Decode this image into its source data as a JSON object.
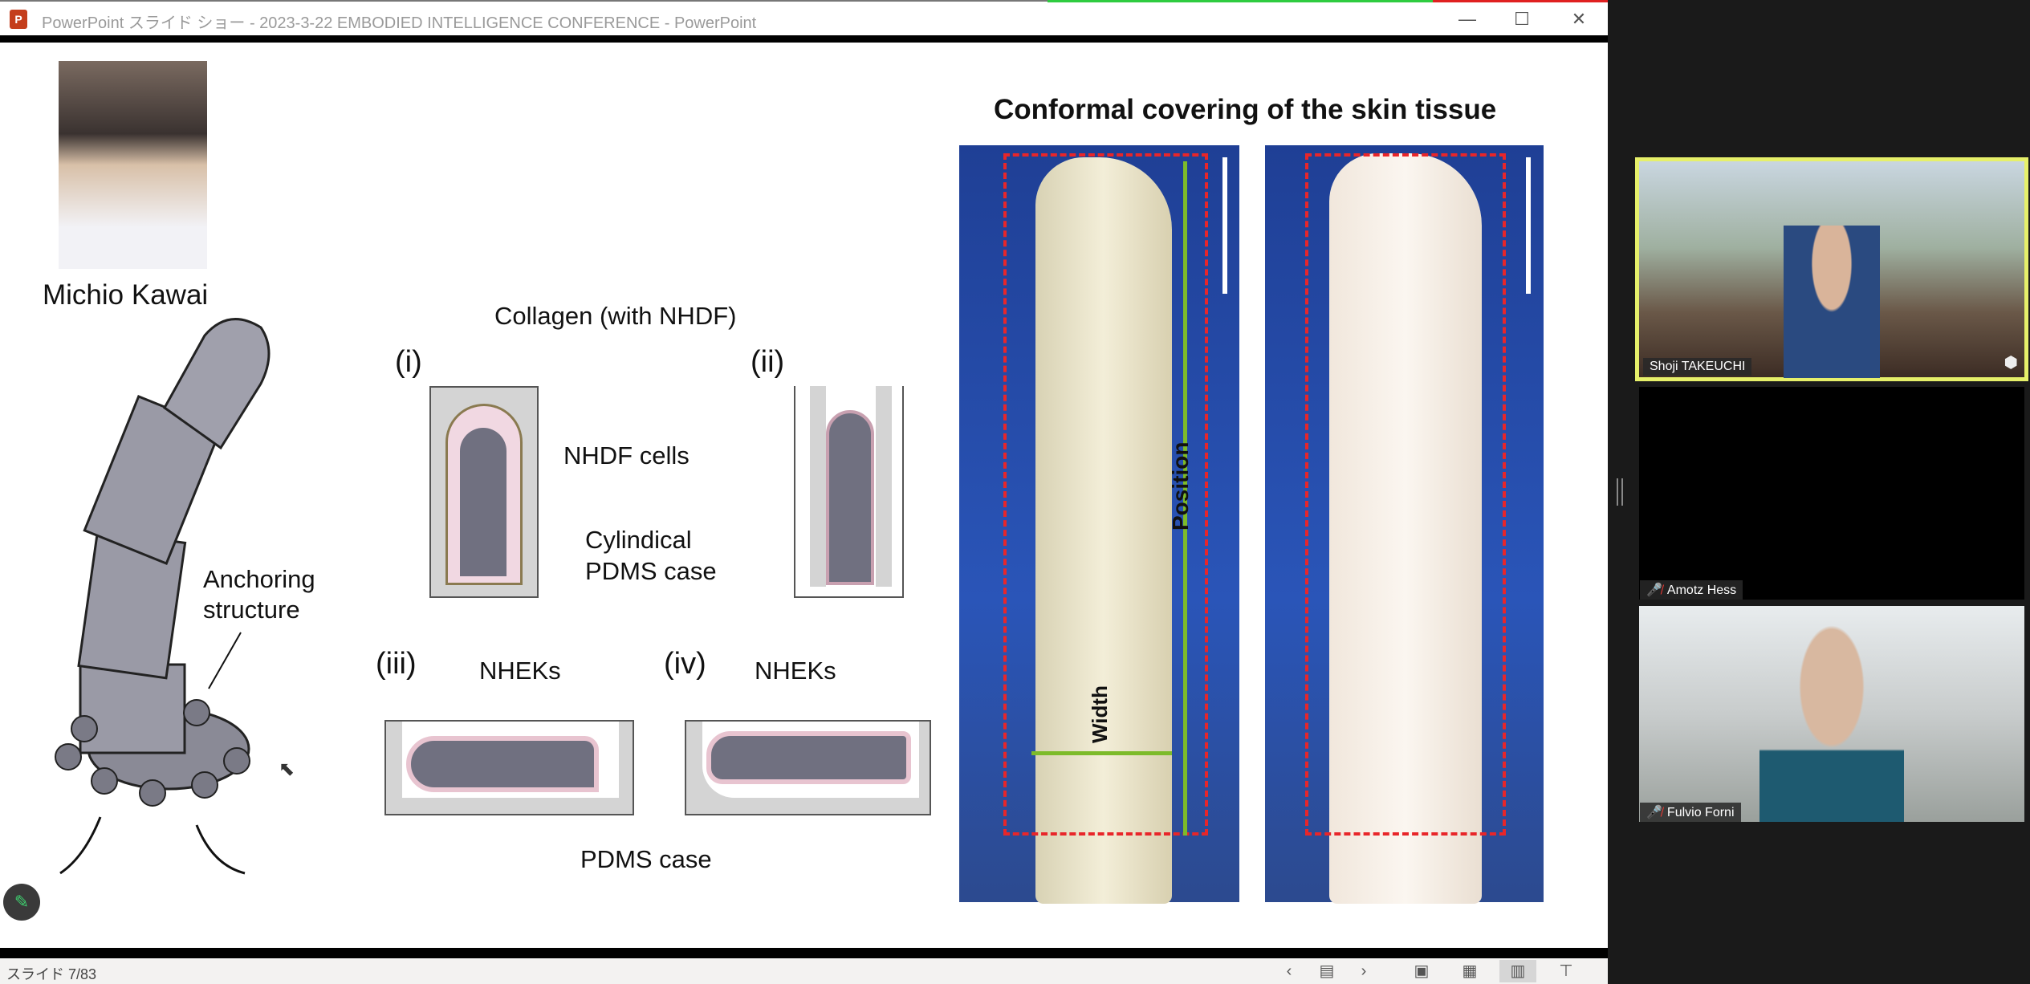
{
  "window": {
    "title": "PowerPoint スライド ショー  -  2023-3-22  EMBODIED INTELLIGENCE CONFERENCE - PowerPoint",
    "app_icon": "P",
    "controls": {
      "minimize": "—",
      "maximize": "☐",
      "close": "✕"
    }
  },
  "slide": {
    "presenter_name": "Michio Kawai",
    "anchoring_label": "Anchoring structure",
    "diagram": {
      "step1": "(i)",
      "step2": "(ii)",
      "step3": "(iii)",
      "step4": "(iv)",
      "collagen": "Collagen (with NHDF)",
      "nhdf_cells": "NHDF cells",
      "cyl_case_1": "Cylindical",
      "cyl_case_2": "PDMS case",
      "nheks_1": "NHEKs",
      "nheks_2": "NHEKs",
      "pdms_case": "PDMS case"
    },
    "photo_title": "Conformal covering of the skin tissue",
    "position_label": "Position",
    "width_label": "Width"
  },
  "statusbar": {
    "slide_counter": "スライド 7/83",
    "prev": "‹",
    "next": "›"
  },
  "participants": [
    {
      "name": "Shoji TAKEUCHI",
      "muted": false,
      "active_speaker": true
    },
    {
      "name": "Amotz Hess",
      "muted": true,
      "video": false
    },
    {
      "name": "Fulvio Forni",
      "muted": true
    }
  ],
  "colors": {
    "speaker_border": "#e6f06a",
    "mute": "#e53935",
    "position_arrow": "#7dbb2a",
    "dash_box": "#e8262a"
  }
}
